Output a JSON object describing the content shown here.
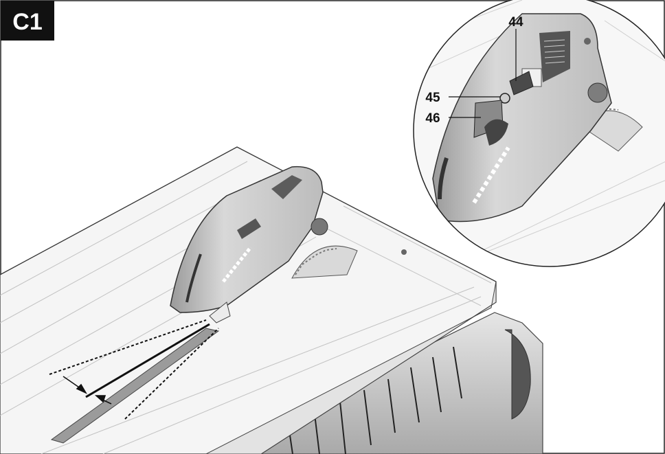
{
  "figure": {
    "badge_label": "C1",
    "callouts": [
      {
        "number": "44",
        "part": "callout-44"
      },
      {
        "number": "45",
        "part": "callout-45"
      },
      {
        "number": "46",
        "part": "callout-46"
      }
    ]
  },
  "colors": {
    "badge_background": "#111111",
    "badge_text": "#ffffff",
    "line_art": "#333333",
    "body_fill": "#f4f4f4",
    "shadow_fill": "#cfcfcf"
  }
}
